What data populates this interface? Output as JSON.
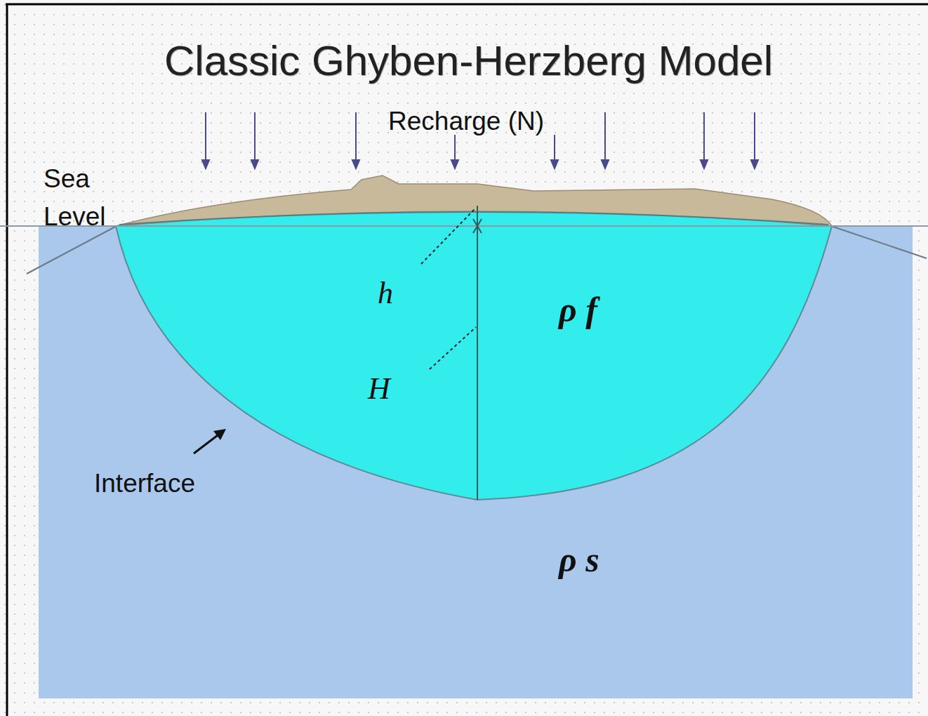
{
  "diagram": {
    "title": "Classic Ghyben-Herzberg Model",
    "labels": [
      "Recharge (N)",
      "Sea Level",
      "h",
      "H",
      "ρ f",
      "ρ s",
      "Interface"
    ]
  }
}
